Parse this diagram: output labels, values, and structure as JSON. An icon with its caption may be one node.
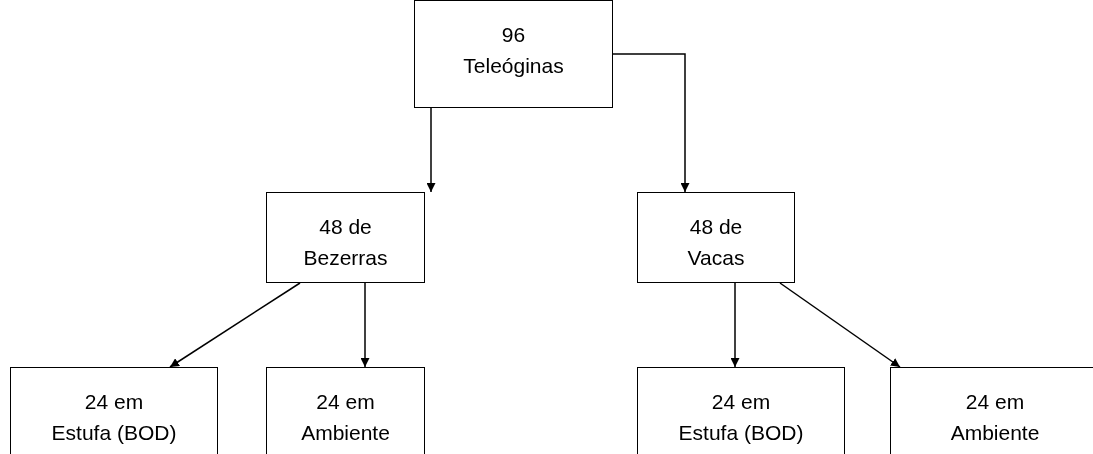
{
  "diagram": {
    "nodes": [
      {
        "text": [
          "96",
          "Teleóginas"
        ]
      },
      {
        "text": [
          "48 de",
          "Bezerras"
        ]
      },
      {
        "text": [
          "48 de",
          "Vacas"
        ]
      },
      {
        "text": [
          "24 em",
          "Estufa (BOD)"
        ]
      },
      {
        "text": [
          "24 em",
          "Ambiente"
        ]
      },
      {
        "text": [
          "24 em",
          "Estufa (BOD)"
        ]
      },
      {
        "text": [
          "24 em",
          "Ambiente"
        ]
      }
    ],
    "edges": [
      {
        "from": 0,
        "to": 1,
        "arrow": "to"
      },
      {
        "from": 0,
        "to": 2,
        "arrow": "to"
      },
      {
        "from": 1,
        "to": 3,
        "arrow": "to"
      },
      {
        "from": 1,
        "to": 4,
        "arrow": "to"
      },
      {
        "from": 2,
        "to": 5,
        "arrow": "to"
      },
      {
        "from": 2,
        "to": 6,
        "arrow": "to"
      }
    ]
  }
}
